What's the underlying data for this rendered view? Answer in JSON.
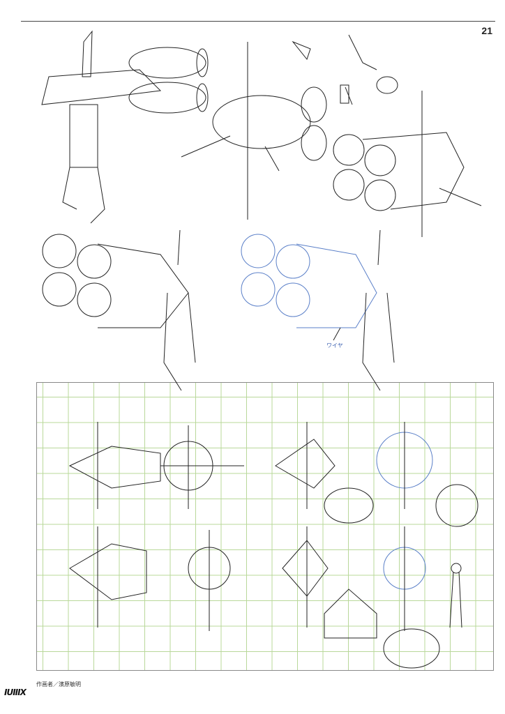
{
  "page_number": "21",
  "caption": "作画者／濱原敏明",
  "logo_text": "IUIIIX",
  "annotation": "ワイヤ",
  "colors": {
    "grid": "#b9d89a",
    "blue_lines": "#5a7fc8",
    "ink": "#222222"
  }
}
